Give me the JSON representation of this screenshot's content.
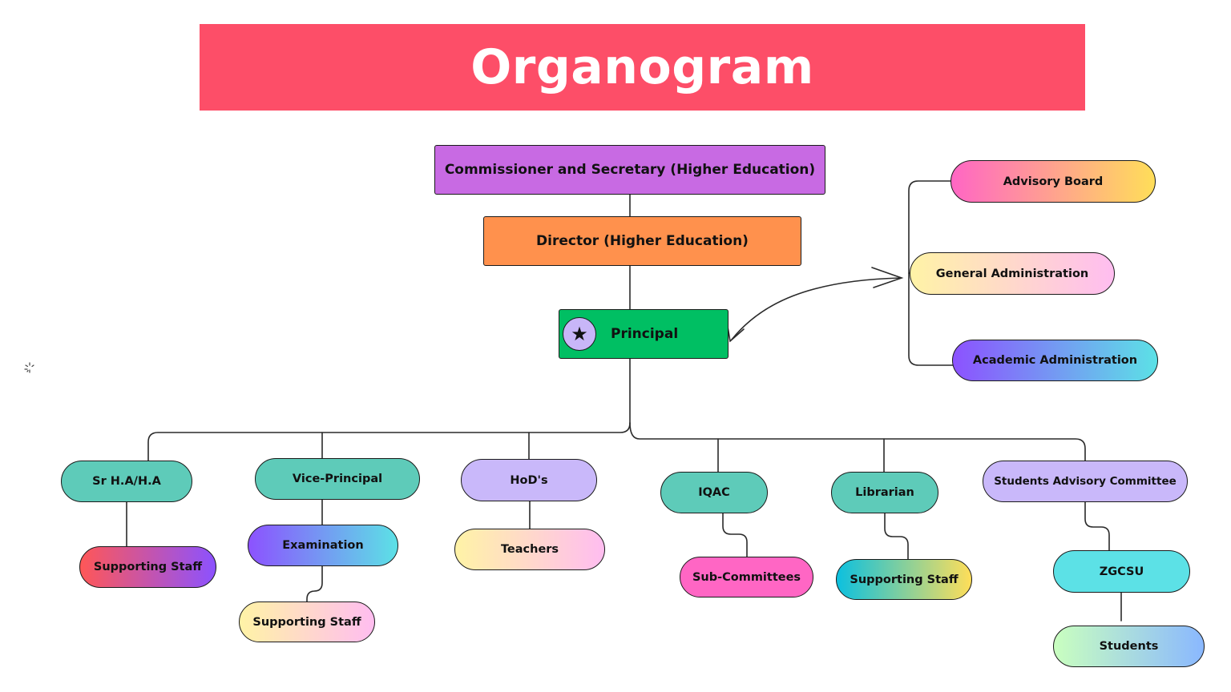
{
  "title": "Organogram",
  "colors": {
    "banner": "#fd4e68",
    "commissioner": "#c86ae3",
    "director": "#ff914d",
    "principal": "#00bf63",
    "teal": "#5ecbb9",
    "lavender": "#c9b8fa"
  },
  "nodes": {
    "commissioner": "Commissioner and Secretary (Higher Education)",
    "director": "Director (Higher Education)",
    "principal": "Principal",
    "advisory_board": "Advisory Board",
    "general_administration": "General Administration",
    "academic_administration": "Academic Administration",
    "sr_ha": "Sr H.A/H.A",
    "vice_principal": "Vice-Principal",
    "hods": "HoD's",
    "iqac": "IQAC",
    "librarian": "Librarian",
    "students_advisory_committee": "Students Advisory Committee",
    "supporting_staff_1": "Supporting Staff",
    "examination": "Examination",
    "supporting_staff_2": "Supporting Staff",
    "teachers": "Teachers",
    "sub_committees": "Sub-Committees",
    "supporting_staff_3": "Supporting Staff",
    "zgcsu": "ZGCSU",
    "students": "Students"
  },
  "icons": {
    "principal_badge": "star-icon",
    "arrow": "double-headed-arrow",
    "loader": "spinner-icon"
  }
}
